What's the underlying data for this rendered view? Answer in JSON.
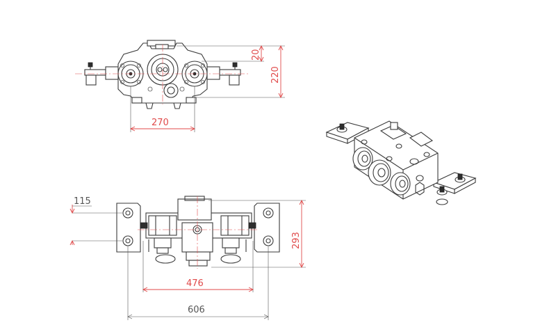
{
  "drawing": {
    "colors": {
      "line": "#3a3a3a",
      "dimension": "#e04a4a"
    },
    "dimensions": {
      "front_height_small": "20",
      "front_height_total": "220",
      "front_width": "270",
      "top_hole_offset": "115",
      "top_depth": "293",
      "top_inner_width": "476",
      "top_overall_width": "606"
    }
  }
}
